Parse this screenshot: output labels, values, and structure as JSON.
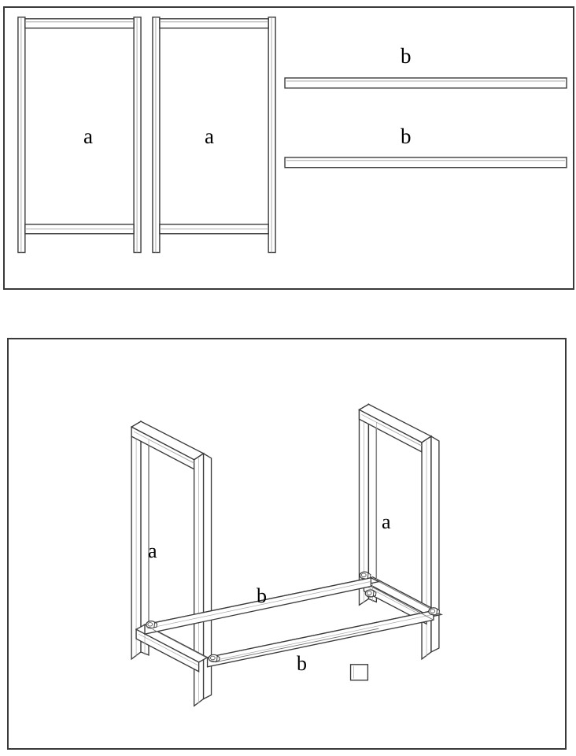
{
  "document": {
    "type": "assembly-instruction-diagram",
    "title": "",
    "background_color": "#ffffff",
    "line_color": "#3a3a3a",
    "fill_color": "#ffffff",
    "label_color": "#000000"
  },
  "panels": [
    {
      "id": "parts",
      "name": "parts-panel",
      "role": "exploded parts list view",
      "border_color": "#3a3a3a"
    },
    {
      "id": "assembly",
      "name": "assembly-panel",
      "role": "isometric assembled view",
      "border_color": "#3a3a3a"
    }
  ],
  "parts_panel": {
    "side_frames": [
      {
        "label": "a",
        "name": "side-frame-left"
      },
      {
        "label": "a",
        "name": "side-frame-right"
      }
    ],
    "rails": [
      {
        "label": "b",
        "name": "cross-rail-upper"
      },
      {
        "label": "b",
        "name": "cross-rail-lower"
      }
    ]
  },
  "assembly_panel": {
    "labels": [
      {
        "label": "a",
        "name": "assembly-label-frame-left"
      },
      {
        "label": "a",
        "name": "assembly-label-frame-right"
      },
      {
        "label": "b",
        "name": "assembly-label-rail-rear"
      },
      {
        "label": "b",
        "name": "assembly-label-rail-front"
      }
    ]
  }
}
